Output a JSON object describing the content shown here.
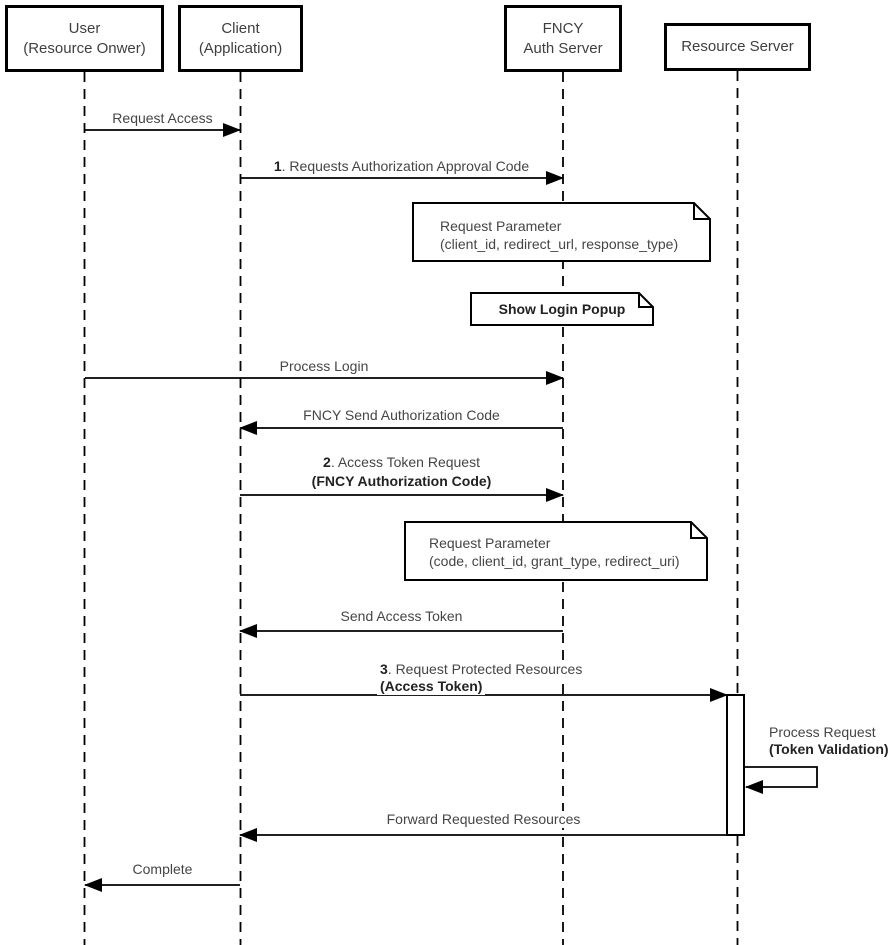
{
  "participants": [
    {
      "id": "user",
      "line1": "User",
      "line2": "(Resource Onwer)"
    },
    {
      "id": "client",
      "line1": "Client",
      "line2": "(Application)"
    },
    {
      "id": "fncy",
      "line1": "FNCY",
      "line2": "Auth Server"
    },
    {
      "id": "resource",
      "line1": "Resource Server",
      "line2": ""
    }
  ],
  "messages": {
    "request_access": {
      "label": "Request Access"
    },
    "msg1": {
      "num": "1",
      "text": ". Requests Authorization Approval Code"
    },
    "process_login": {
      "label": "Process Login"
    },
    "fncy_send": {
      "label": "FNCY Send Authorization Code"
    },
    "msg2": {
      "num": "2",
      "text": ". Access Token Request",
      "bold_line": "(FNCY Authorization Code)"
    },
    "send_token": {
      "label": "Send Access Token"
    },
    "msg3": {
      "num": "3",
      "text": ". Request Protected Resources",
      "bold_line": "(Access Token)"
    },
    "process_request": {
      "label": "Process Request",
      "bold_line": "(Token Validation)"
    },
    "forward": {
      "label": "Forward Requested Resources"
    },
    "complete": {
      "label": "Complete"
    }
  },
  "notes": {
    "note1": {
      "line1": "Request Parameter",
      "line2": "(client_id, redirect_url, response_type)"
    },
    "login_popup": {
      "label": "Show Login Popup"
    },
    "note2": {
      "line1": "Request Parameter",
      "line2": "(code, client_id, grant_type, redirect_uri)"
    }
  },
  "colors": {
    "line": "#000000",
    "text": "#454545",
    "background": "#ffffff"
  }
}
